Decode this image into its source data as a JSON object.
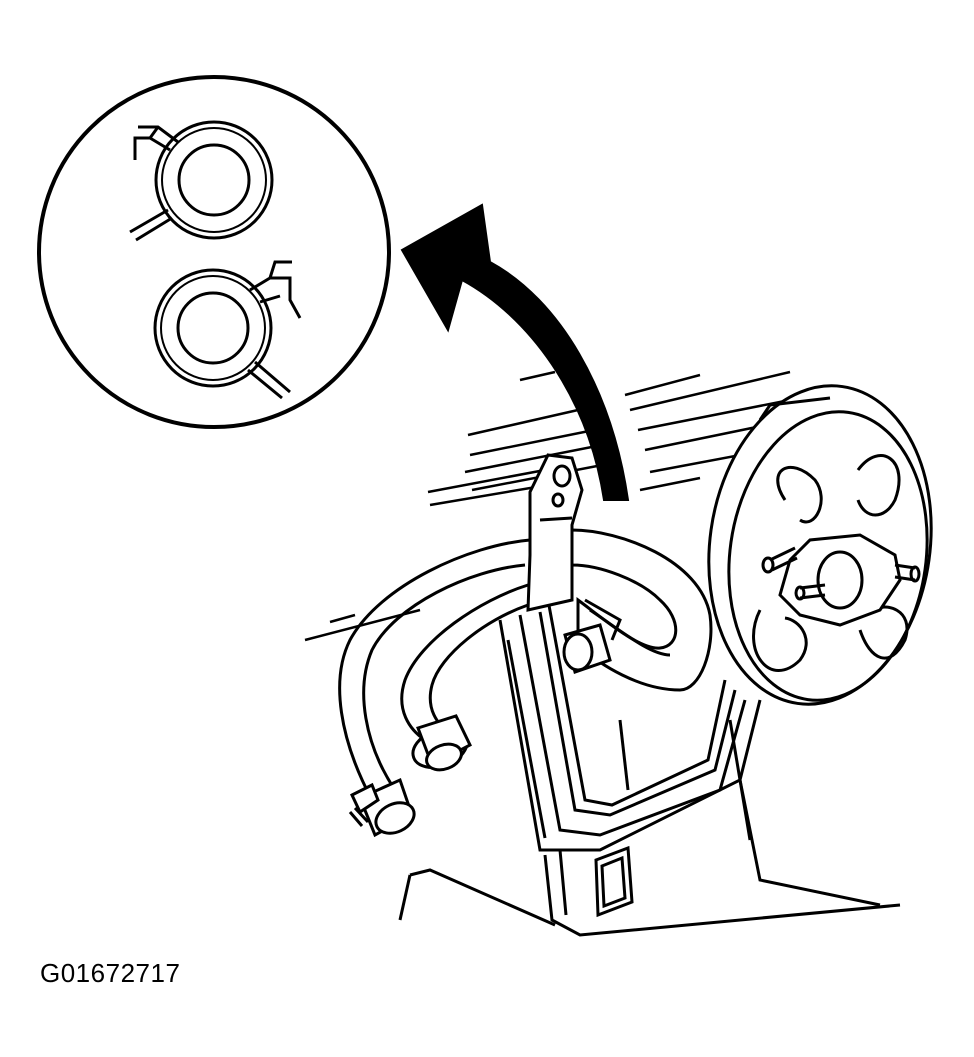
{
  "figure": {
    "id_label": "G01672717",
    "subject": "heater-hoses-at-heater-core",
    "detail_view": "hose-clamp-orientation",
    "line_color": "#000000",
    "background_color": "#ffffff"
  }
}
